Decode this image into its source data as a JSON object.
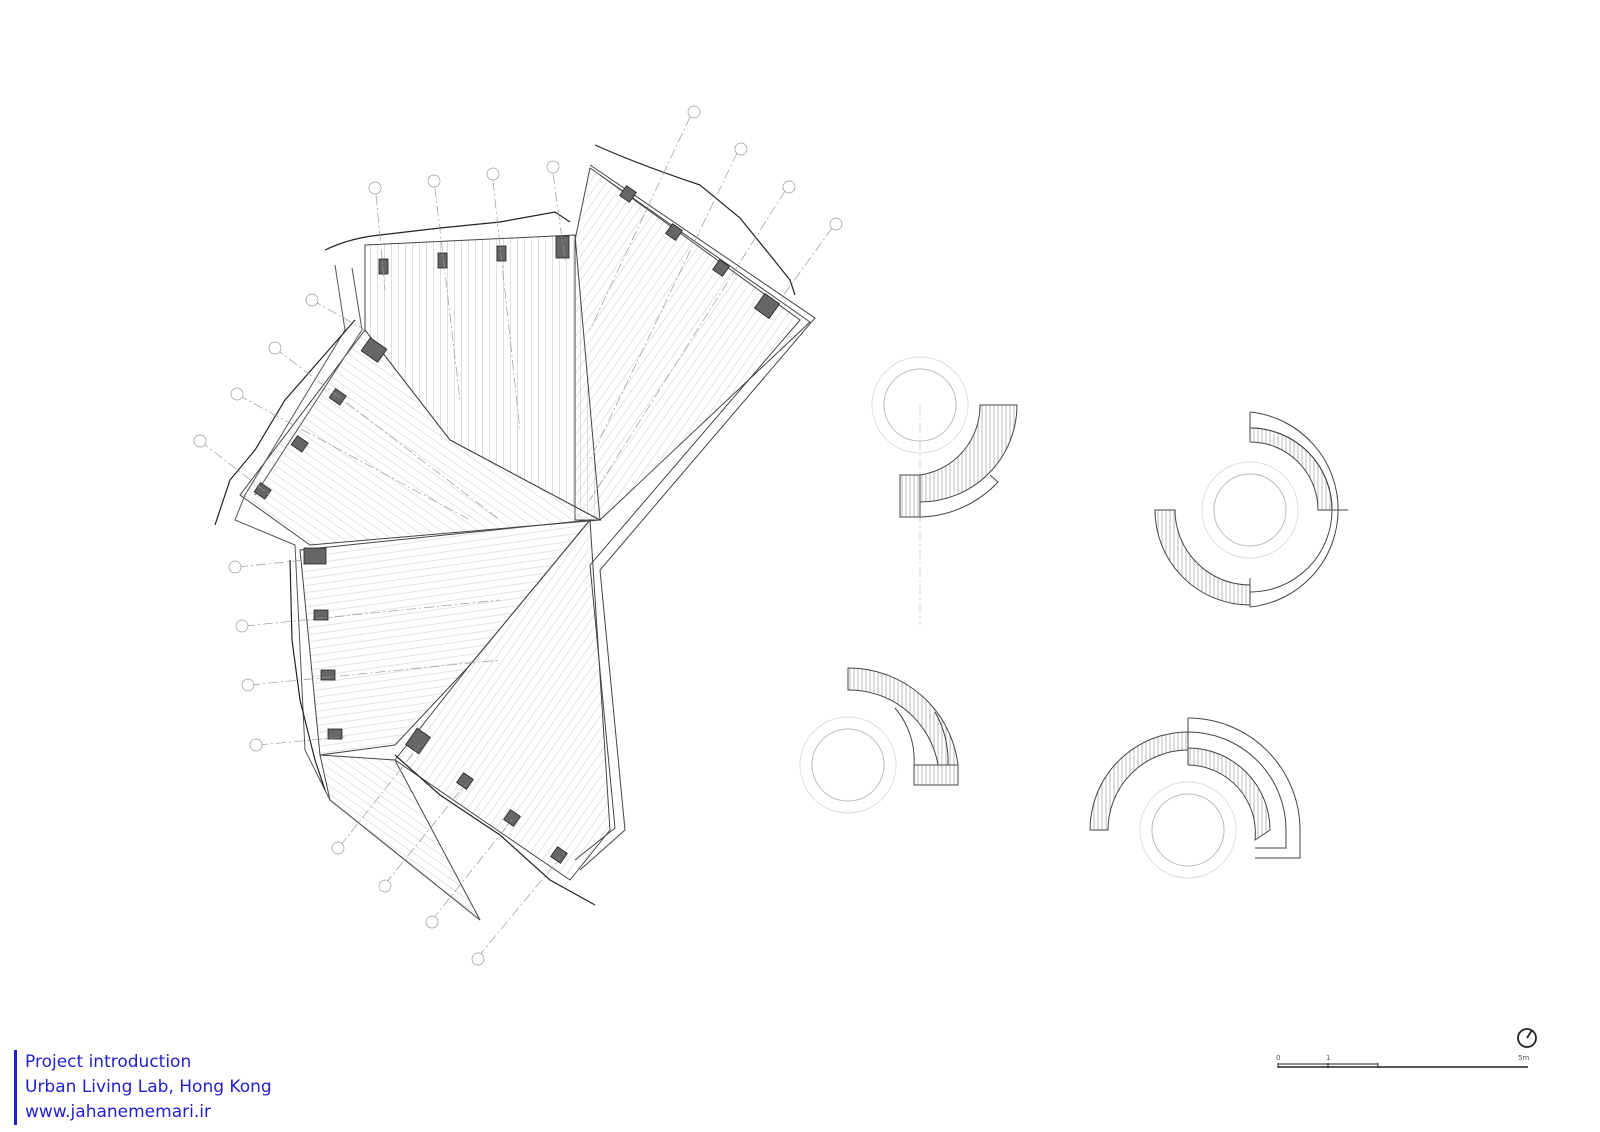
{
  "caption": {
    "line1": "Project introduction",
    "line2": "Urban Living Lab, Hong Kong",
    "line3": "www.jahanememari.ir"
  },
  "scale_bar": {
    "label_0": "0",
    "label_1": "1",
    "label_5": "5m"
  },
  "icons": {
    "north_arrow": "north-arrow-icon"
  },
  "colors": {
    "caption_text": "#1f1fd0",
    "line": "#333333",
    "light_line": "#bbbbbb",
    "column_fill": "#666666"
  }
}
